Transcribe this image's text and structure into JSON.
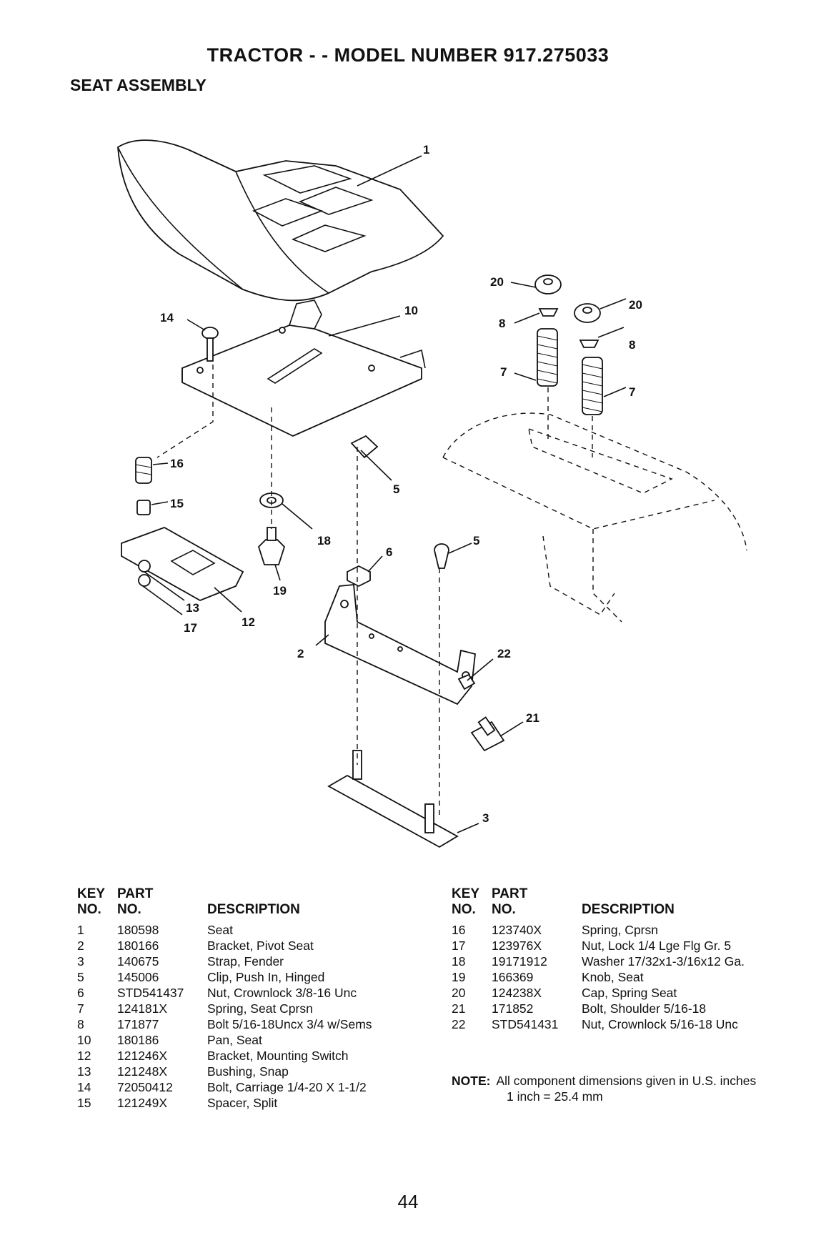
{
  "header": {
    "title": "TRACTOR - - MODEL NUMBER 917.275033",
    "section": "SEAT ASSEMBLY"
  },
  "diagram": {
    "callouts": [
      "1",
      "14",
      "10",
      "20",
      "20",
      "8",
      "8",
      "7",
      "7",
      "16",
      "15",
      "5",
      "18",
      "6",
      "5",
      "13",
      "17",
      "19",
      "12",
      "22",
      "2",
      "21",
      "3"
    ]
  },
  "columns": {
    "key": "KEY",
    "no": "NO.",
    "part": "PART",
    "description": "DESCRIPTION"
  },
  "parts_left": [
    {
      "key": "1",
      "part": "180598",
      "description": "Seat"
    },
    {
      "key": "2",
      "part": "180166",
      "description": "Bracket, Pivot Seat"
    },
    {
      "key": "3",
      "part": "140675",
      "description": "Strap, Fender"
    },
    {
      "key": "5",
      "part": "145006",
      "description": "Clip, Push In, Hinged"
    },
    {
      "key": "6",
      "part": "STD541437",
      "description": "Nut, Crownlock 3/8-16 Unc"
    },
    {
      "key": "7",
      "part": "124181X",
      "description": "Spring, Seat Cprsn"
    },
    {
      "key": "8",
      "part": "171877",
      "description": "Bolt 5/16-18Uncx 3/4 w/Sems"
    },
    {
      "key": "10",
      "part": "180186",
      "description": "Pan, Seat"
    },
    {
      "key": "12",
      "part": "121246X",
      "description": "Bracket, Mounting Switch"
    },
    {
      "key": "13",
      "part": "121248X",
      "description": "Bushing, Snap"
    },
    {
      "key": "14",
      "part": "72050412",
      "description": "Bolt, Carriage 1/4-20 X 1-1/2"
    },
    {
      "key": "15",
      "part": "121249X",
      "description": "Spacer, Split"
    }
  ],
  "parts_right": [
    {
      "key": "16",
      "part": "123740X",
      "description": "Spring, Cprsn"
    },
    {
      "key": "17",
      "part": "123976X",
      "description": "Nut, Lock 1/4 Lge Flg Gr. 5"
    },
    {
      "key": "18",
      "part": "19171912",
      "description": "Washer 17/32x1-3/16x12 Ga."
    },
    {
      "key": "19",
      "part": "166369",
      "description": "Knob, Seat"
    },
    {
      "key": "20",
      "part": "124238X",
      "description": "Cap, Spring Seat"
    },
    {
      "key": "21",
      "part": "171852",
      "description": "Bolt, Shoulder 5/16-18"
    },
    {
      "key": "22",
      "part": "STD541431",
      "description": "Nut, Crownlock 5/16-18 Unc"
    }
  ],
  "note": {
    "label": "NOTE:",
    "line1": "All component dimensions given in U.S. inches",
    "line2": "1 inch = 25.4 mm"
  },
  "page_number": "44"
}
